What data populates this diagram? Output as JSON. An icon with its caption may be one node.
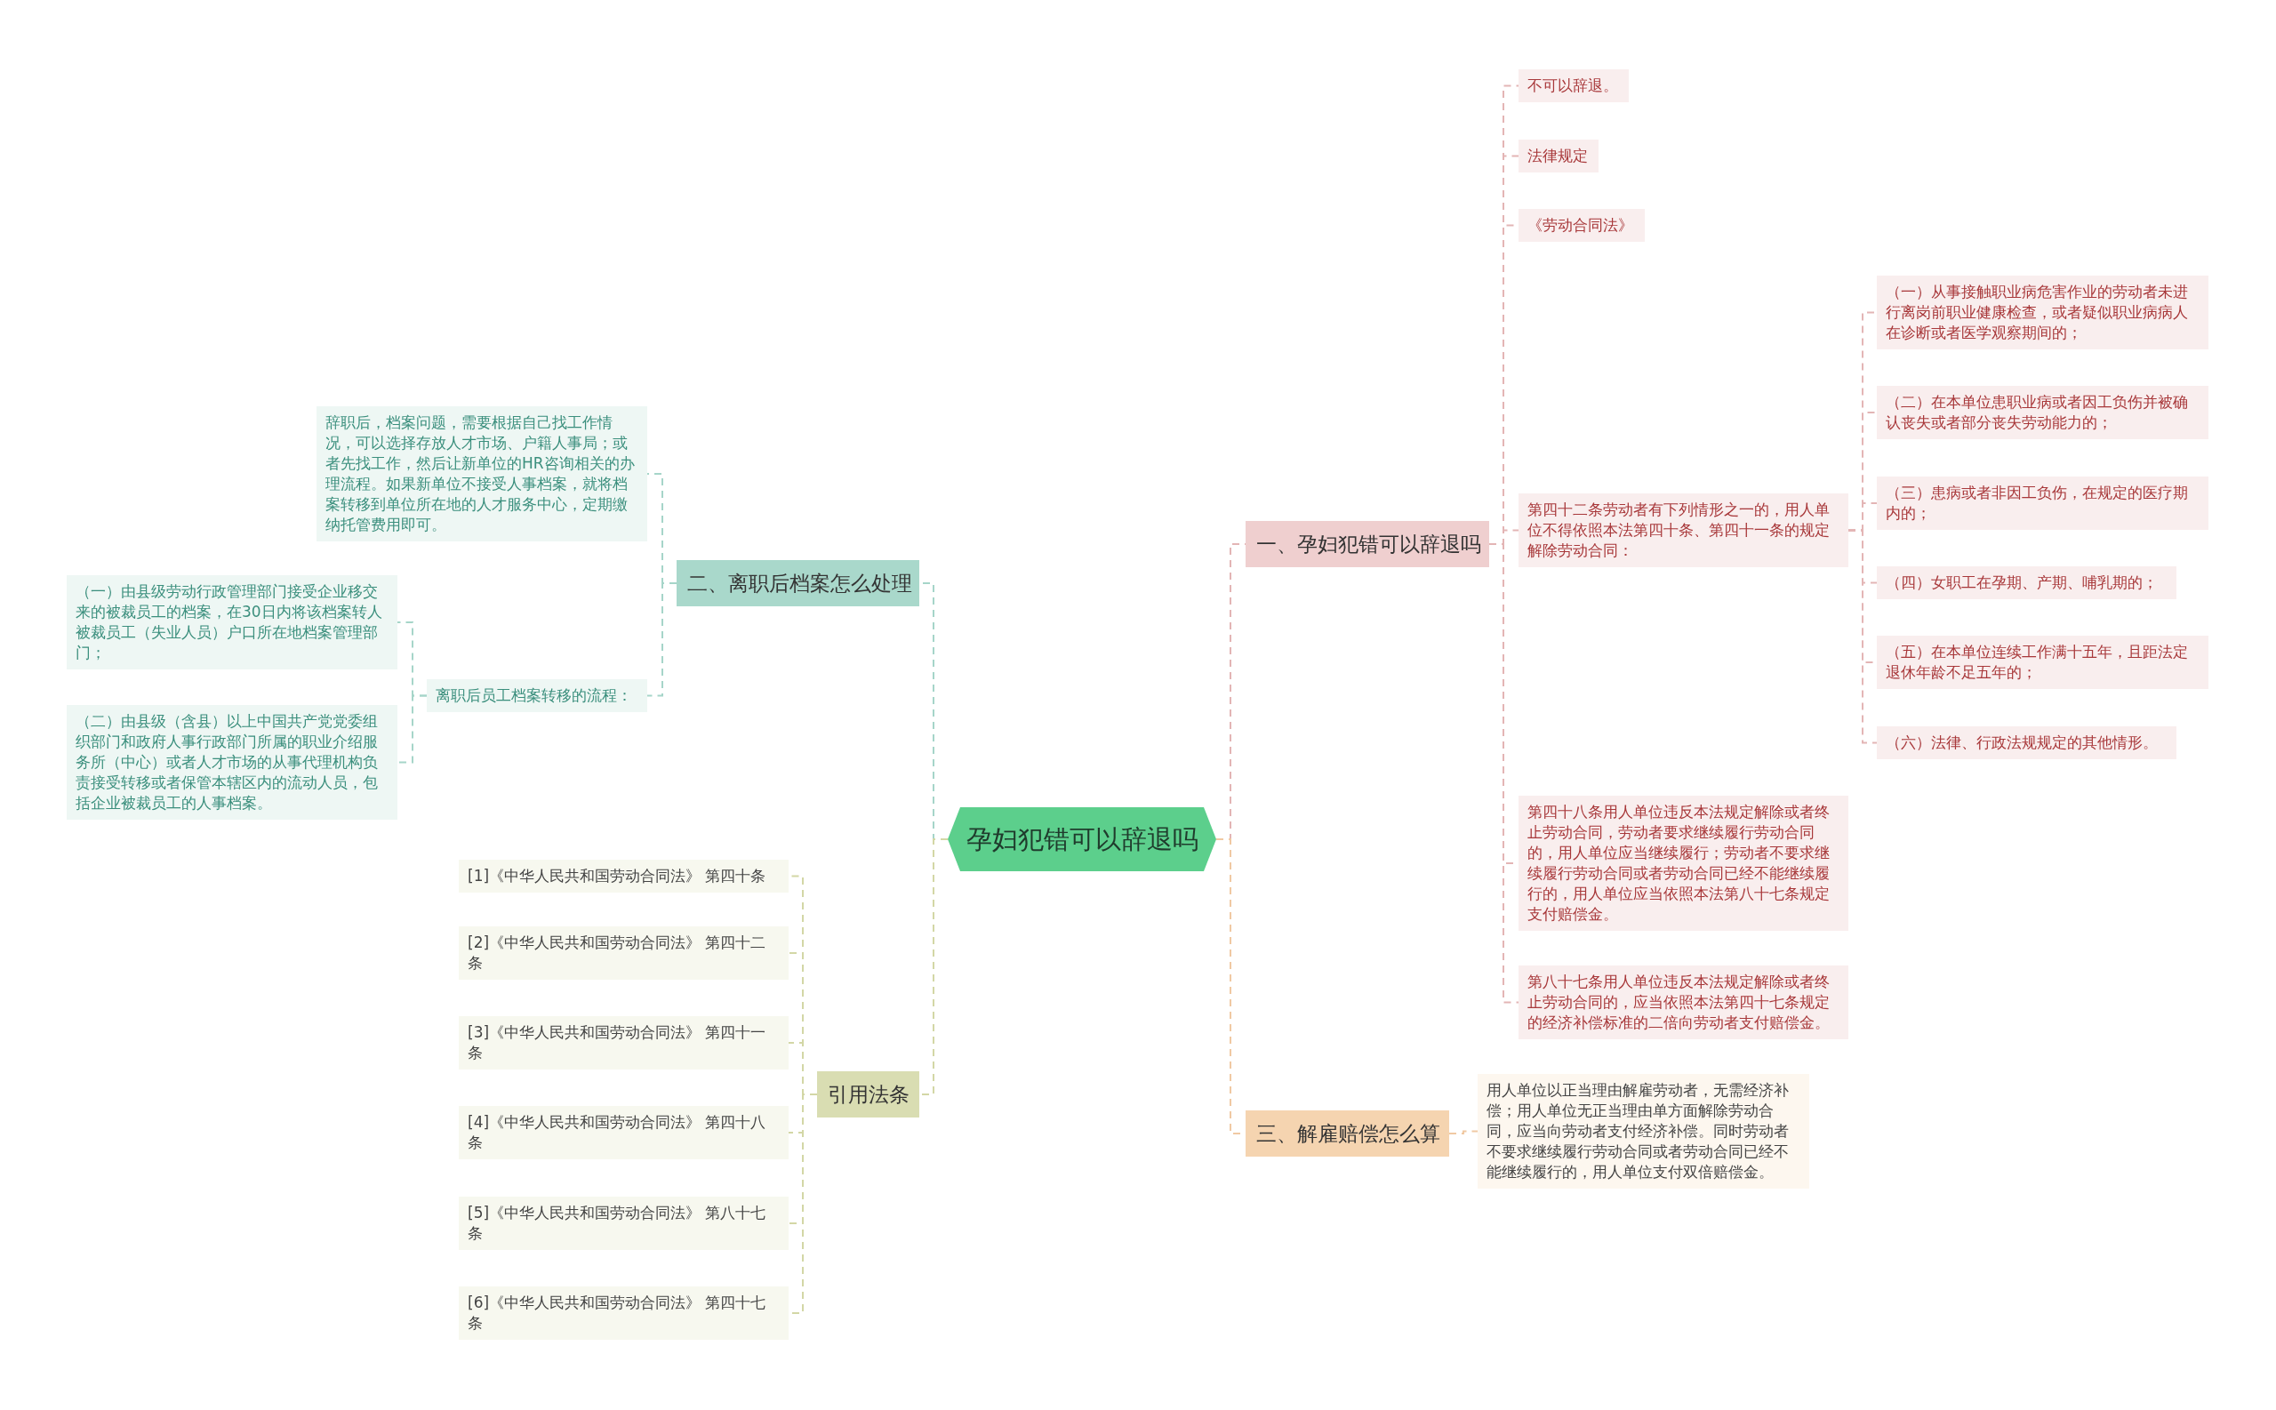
{
  "diagram": {
    "nodes": [
      {
        "text": [
          "孕妇犯错可以辞退吗"
        ]
      },
      {
        "text": [
          "一、孕妇犯错可以辞退吗"
        ]
      },
      {
        "text": [
          "不可以辞退。"
        ]
      },
      {
        "text": [
          "法律规定"
        ]
      },
      {
        "text": [
          "《劳动合同法》"
        ]
      },
      {
        "text": [
          "第四十二条劳动者有下列情形之一的，用人单位不得依照本法第四十条、第四十一条的规定解除劳动合同："
        ]
      },
      {
        "text": [
          "（一）从事接触职业病危害作业的劳动者未进行离岗前职业健康检查，或者疑似职业病病人在诊断或者医学观察期间的；"
        ]
      },
      {
        "text": [
          "（二）在本单位患职业病或者因工负伤并被确认丧失或者部分丧失劳动能力的；"
        ]
      },
      {
        "text": [
          "（三）患病或者非因工负伤，在规定的医疗期内的；"
        ]
      },
      {
        "text": [
          "（四）女职工在孕期、产期、哺乳期的；"
        ]
      },
      {
        "text": [
          "（五）在本单位连续工作满十五年，且距法定退休年龄不足五年的；"
        ]
      },
      {
        "text": [
          "（六）法律、行政法规规定的其他情形。"
        ]
      },
      {
        "text": [
          "第四十八条用人单位违反本法规定解除或者终止劳动合同，劳动者要求继续履行劳动合同的，用人单位应当继续履行；劳动者不要求继续履行劳动合同或者劳动合同已经不能继续履行的，用人单位应当依照本法第八十七条规定支付赔偿金。"
        ]
      },
      {
        "text": [
          "第八十七条用人单位违反本法规定解除或者终止劳动合同的，应当依照本法第四十七条规定的经济补偿标准的二倍向劳动者支付赔偿金。"
        ]
      },
      {
        "text": [
          "三、解雇赔偿怎么算"
        ]
      },
      {
        "text": [
          "用人单位以正当理由解雇劳动者，无需经济补偿；用人单位无正当理由单方面解除劳动合同，应当向劳动者支付经济补偿。同时劳动者不要求继续履行劳动合同或者劳动合同已经不能继续履行的，用人单位支付双倍赔偿金。"
        ]
      },
      {
        "text": [
          "二、离职后档案怎么处理"
        ]
      },
      {
        "text": [
          "辞职后，档案问题，需要根据自己找工作情况，可以选择存放人才市场、户籍人事局；或者先找工作，然后让新单位的HR咨询相关的办理流程。如果新单位不接受人事档案，就将档案转移到单位所在地的人才服务中心，定期缴纳托管费用即可。"
        ]
      },
      {
        "text": [
          "离职后员工档案转移的流程："
        ]
      },
      {
        "text": [
          "（一）由县级劳动行政管理部门接受企业移交来的被裁员工的档案，在30日内将该档案转人被裁员工（失业人员）户口所在地档案管理部门；"
        ]
      },
      {
        "text": [
          "（二）由县级（含县）以上中国共产党党委组织部门和政府人事行政部门所属的职业介绍服务所（中心）或者人才市场的从事代理机构负责接受转移或者保管本辖区内的流动人员，包括企业被裁员工的人事档案。"
        ]
      },
      {
        "text": [
          "引用法条"
        ]
      },
      {
        "text": [
          "[1]《中华人民共和国劳动合同法》 第四十条"
        ]
      },
      {
        "text": [
          "[2]《中华人民共和国劳动合同法》 第四十二条"
        ]
      },
      {
        "text": [
          "[3]《中华人民共和国劳动合同法》 第四十一条"
        ]
      },
      {
        "text": [
          "[4]《中华人民共和国劳动合同法》 第四十八条"
        ]
      },
      {
        "text": [
          "[5]《中华人民共和国劳动合同法》 第八十七条"
        ]
      },
      {
        "text": [
          "[6]《中华人民共和国劳动合同法》 第四十七条"
        ]
      }
    ],
    "edges": [
      {
        "from": 0,
        "to": 1,
        "arrow": "none",
        "style": "dashed",
        "color": "#e3b5b5"
      },
      {
        "from": 1,
        "to": 2,
        "arrow": "none",
        "style": "dashed",
        "color": "#e3b5b5"
      },
      {
        "from": 1,
        "to": 3,
        "arrow": "none",
        "style": "dashed",
        "color": "#e3b5b5"
      },
      {
        "from": 1,
        "to": 4,
        "arrow": "none",
        "style": "dashed",
        "color": "#e3b5b5"
      },
      {
        "from": 1,
        "to": 5,
        "arrow": "none",
        "style": "dashed",
        "color": "#e3b5b5"
      },
      {
        "from": 5,
        "to": 6,
        "arrow": "none",
        "style": "dashed",
        "color": "#e3b5b5"
      },
      {
        "from": 5,
        "to": 7,
        "arrow": "none",
        "style": "dashed",
        "color": "#e3b5b5"
      },
      {
        "from": 5,
        "to": 8,
        "arrow": "none",
        "style": "dashed",
        "color": "#e3b5b5"
      },
      {
        "from": 5,
        "to": 9,
        "arrow": "none",
        "style": "dashed",
        "color": "#e3b5b5"
      },
      {
        "from": 5,
        "to": 10,
        "arrow": "none",
        "style": "dashed",
        "color": "#e3b5b5"
      },
      {
        "from": 5,
        "to": 11,
        "arrow": "none",
        "style": "dashed",
        "color": "#e3b5b5"
      },
      {
        "from": 1,
        "to": 12,
        "arrow": "none",
        "style": "dashed",
        "color": "#e3b5b5"
      },
      {
        "from": 1,
        "to": 13,
        "arrow": "none",
        "style": "dashed",
        "color": "#e3b5b5"
      },
      {
        "from": 0,
        "to": 14,
        "arrow": "none",
        "style": "dashed",
        "color": "#f0c9a3"
      },
      {
        "from": 14,
        "to": 15,
        "arrow": "none",
        "style": "dashed",
        "color": "#f0c9a3"
      },
      {
        "from": 0,
        "to": 16,
        "arrow": "none",
        "style": "dashed",
        "color": "#a6d5c9"
      },
      {
        "from": 16,
        "to": 17,
        "arrow": "none",
        "style": "dashed",
        "color": "#a6d5c9"
      },
      {
        "from": 16,
        "to": 18,
        "arrow": "none",
        "style": "dashed",
        "color": "#a6d5c9"
      },
      {
        "from": 18,
        "to": 19,
        "arrow": "none",
        "style": "dashed",
        "color": "#a6d5c9"
      },
      {
        "from": 18,
        "to": 20,
        "arrow": "none",
        "style": "dashed",
        "color": "#a6d5c9"
      },
      {
        "from": 0,
        "to": 21,
        "arrow": "none",
        "style": "dashed",
        "color": "#d3d7a6"
      },
      {
        "from": 21,
        "to": 22,
        "arrow": "none",
        "style": "dashed",
        "color": "#d3d7a6"
      },
      {
        "from": 21,
        "to": 23,
        "arrow": "none",
        "style": "dashed",
        "color": "#d3d7a6"
      },
      {
        "from": 21,
        "to": 24,
        "arrow": "none",
        "style": "dashed",
        "color": "#d3d7a6"
      },
      {
        "from": 21,
        "to": 25,
        "arrow": "none",
        "style": "dashed",
        "color": "#d3d7a6"
      },
      {
        "from": 21,
        "to": 26,
        "arrow": "none",
        "style": "dashed",
        "color": "#d3d7a6"
      },
      {
        "from": 21,
        "to": 27,
        "arrow": "none",
        "style": "dashed",
        "color": "#d3d7a6"
      }
    ]
  }
}
